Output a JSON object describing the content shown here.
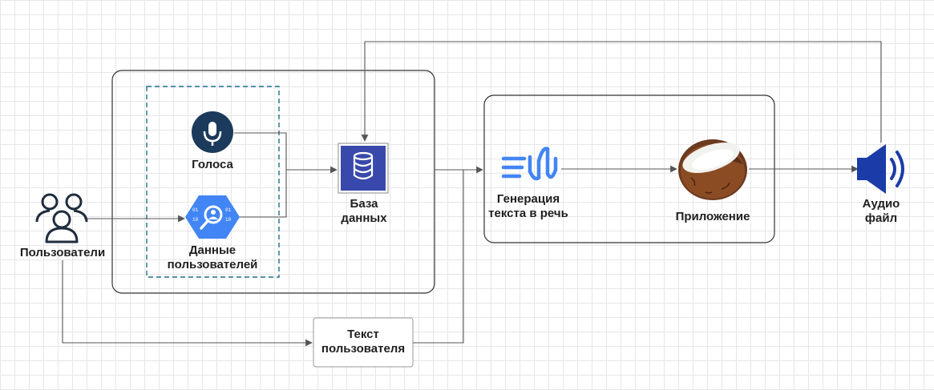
{
  "nodes": {
    "users": {
      "label": "Пользователи",
      "icon": "users-icon"
    },
    "voices": {
      "label": "Голоса",
      "icon": "microphone-icon"
    },
    "user_data": {
      "label": "Данные пользователей",
      "icon": "data-search-icon"
    },
    "database": {
      "label": "База данных",
      "icon": "database-icon"
    },
    "tts": {
      "label": "Генерация текста в речь",
      "icon": "soundwave-icon"
    },
    "app": {
      "label": "Приложение",
      "icon": "coconut-icon"
    },
    "audio": {
      "label": "Аудио файл",
      "icon": "speaker-icon"
    },
    "user_text": {
      "label": "Текст пользователя"
    }
  },
  "colors": {
    "navy": "#1b3a5c",
    "google_blue": "#4285f4",
    "db_blue": "#3949ab",
    "speaker_blue": "#1a3ba8",
    "line": "#555555",
    "dashed": "#1f6f8b"
  }
}
